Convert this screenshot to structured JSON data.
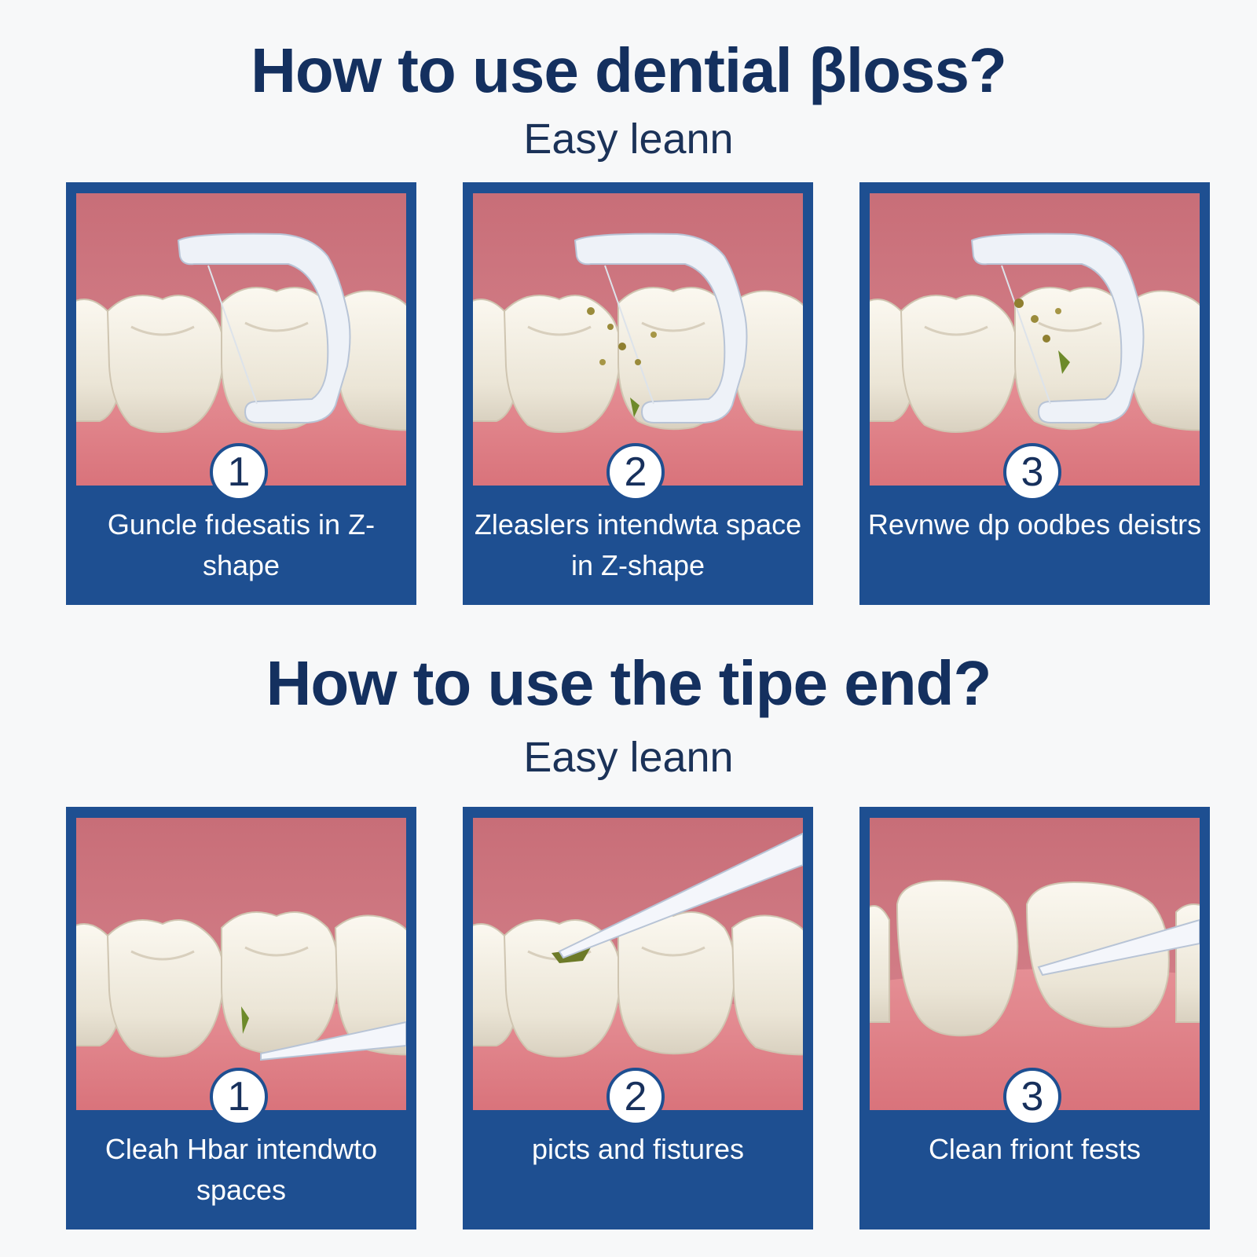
{
  "sections": [
    {
      "title": "How to use dential βloss?",
      "subtitle": "Easy leann",
      "steps": [
        {
          "number": "1",
          "caption": "Guncle fıdesatis in Z-shape"
        },
        {
          "number": "2",
          "caption": "Zleaslers intendwta space in Z-shape"
        },
        {
          "number": "3",
          "caption": "Revnwe dp oodbes deistrs"
        }
      ]
    },
    {
      "title": "How to use the tipe end?",
      "subtitle": "Easy leann",
      "steps": [
        {
          "number": "1",
          "caption": "Cleah Hbar intendwto spaces"
        },
        {
          "number": "2",
          "caption": "picts and fistures"
        },
        {
          "number": "3",
          "caption": "Clean friont fests"
        }
      ]
    }
  ],
  "colors": {
    "title": "#14305f",
    "card": "#1e4f91",
    "gum": "#c76f78",
    "tooth": "#eee9dd"
  }
}
